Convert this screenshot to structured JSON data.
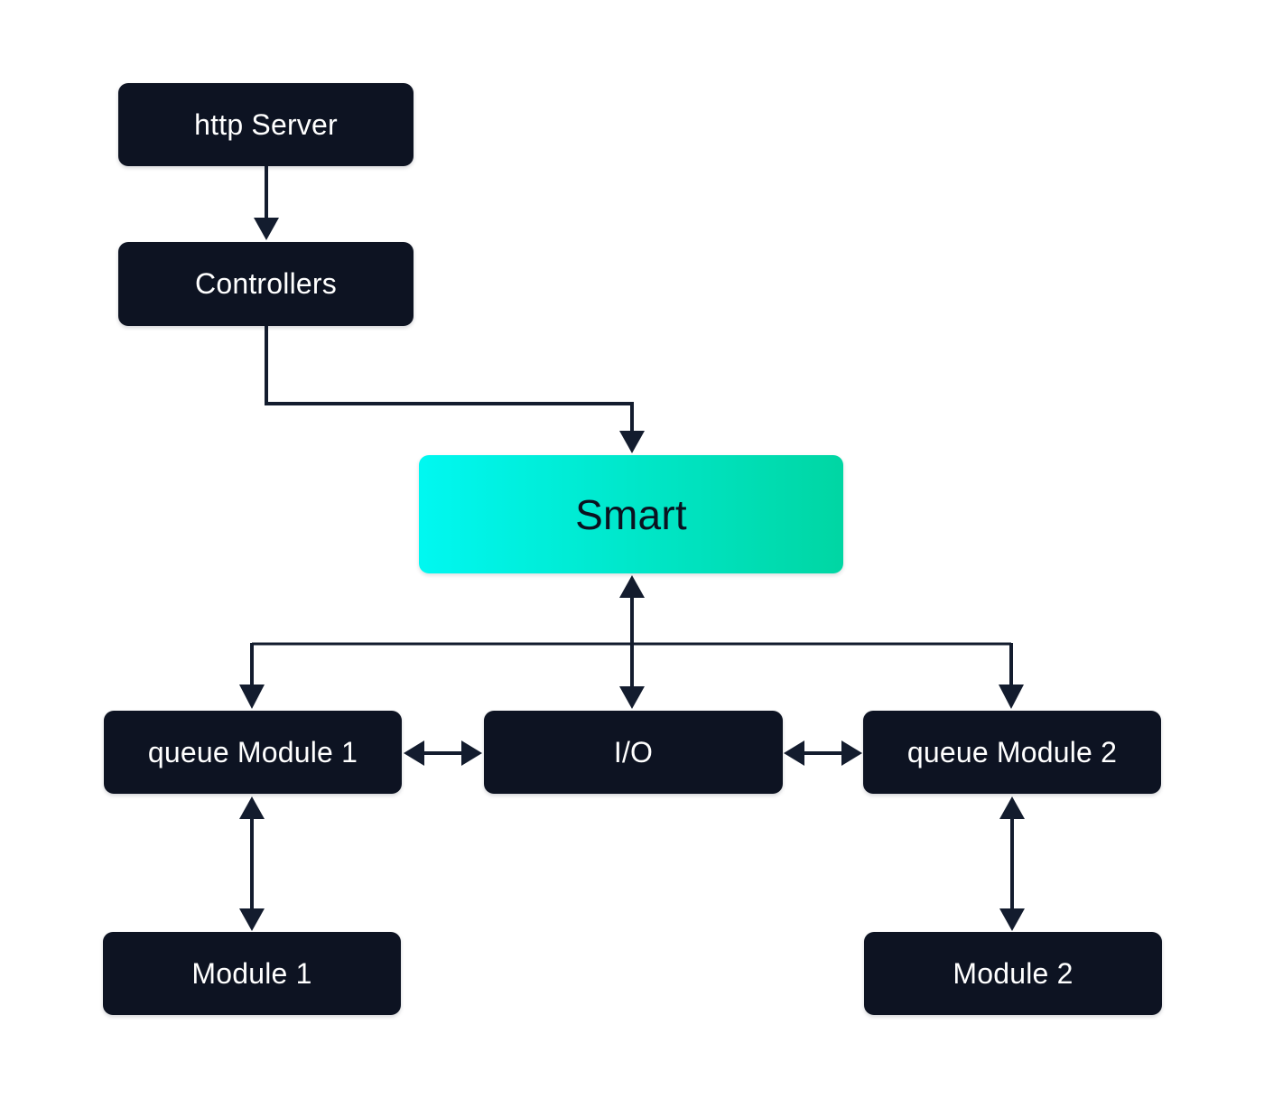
{
  "diagram": {
    "nodes": [
      {
        "id": "http-server",
        "label": "http Server",
        "style": "dark"
      },
      {
        "id": "controllers",
        "label": "Controllers",
        "style": "dark"
      },
      {
        "id": "smart",
        "label": "Smart",
        "style": "accent-gradient"
      },
      {
        "id": "queue-module-1",
        "label": "queue Module 1",
        "style": "dark"
      },
      {
        "id": "io",
        "label": "I/O",
        "style": "dark"
      },
      {
        "id": "queue-module-2",
        "label": "queue Module 2",
        "style": "dark"
      },
      {
        "id": "module-1",
        "label": "Module 1",
        "style": "dark"
      },
      {
        "id": "module-2",
        "label": "Module 2",
        "style": "dark"
      }
    ],
    "edges": [
      {
        "from": "http-server",
        "to": "controllers",
        "direction": "one-way"
      },
      {
        "from": "controllers",
        "to": "smart",
        "direction": "one-way",
        "shape": "elbow"
      },
      {
        "from": "smart",
        "to": "io",
        "direction": "two-way"
      },
      {
        "from": "smart",
        "to": "queue-module-1",
        "direction": "one-way",
        "shape": "branch"
      },
      {
        "from": "smart",
        "to": "queue-module-2",
        "direction": "one-way",
        "shape": "branch"
      },
      {
        "from": "queue-module-1",
        "to": "io",
        "direction": "two-way"
      },
      {
        "from": "io",
        "to": "queue-module-2",
        "direction": "two-way"
      },
      {
        "from": "queue-module-1",
        "to": "module-1",
        "direction": "two-way"
      },
      {
        "from": "queue-module-2",
        "to": "module-2",
        "direction": "two-way"
      }
    ],
    "colors": {
      "background": "#ffffff",
      "node_fill": "#0d1322",
      "node_text": "#ffffff",
      "accent_gradient_start": "#00f8f1",
      "accent_gradient_end": "#00d6a3",
      "accent_text": "#0a1220",
      "connector": "#131c2e"
    }
  }
}
